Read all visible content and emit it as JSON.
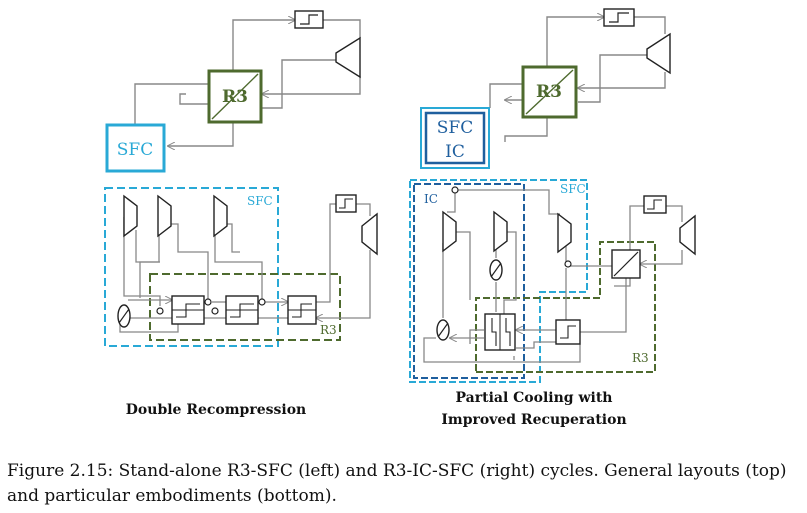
{
  "figure": {
    "left": {
      "sfc_label": "SFC",
      "r3_label": "R3",
      "sfc_region_label": "SFC",
      "r3_region_label": "R3",
      "title": "Double Recompression"
    },
    "right": {
      "sfc_ic_label_line1": "SFC",
      "sfc_ic_label_line2": "IC",
      "r3_label": "R3",
      "ic_region_label": "IC",
      "sfc_region_label": "SFC",
      "r3_region_label": "R3",
      "title_line1": "Partial Cooling with",
      "title_line2": "Improved Recuperation"
    },
    "colors": {
      "r3": "#4e6a2e",
      "sfc": "#29a9d6",
      "ic": "#1f5f9e",
      "line": "#888888"
    }
  },
  "caption": {
    "label": "Figure 2.15:",
    "text": " Stand-alone R3-SFC (left) and R3-IC-SFC (right) cycles. General layouts (top) and particular embodiments (bottom)."
  }
}
